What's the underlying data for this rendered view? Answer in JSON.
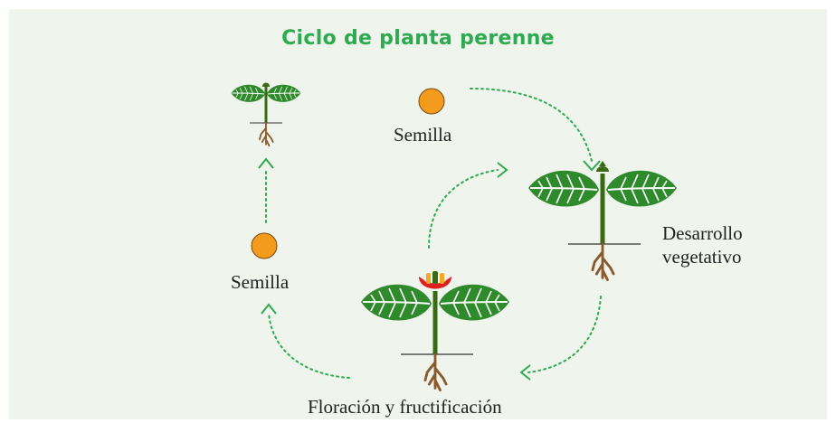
{
  "diagram": {
    "title": "Ciclo de planta perenne",
    "labels": {
      "seed_top": "Semilla",
      "seed_left": "Semilla",
      "vegetative_line1": "Desarrollo",
      "vegetative_line2": "vegetativo",
      "flowering": "Floración y fructificación"
    }
  },
  "colors": {
    "background": "#eff4ed",
    "title": "#2eaa50",
    "arrow": "#2eaa50",
    "leaf": "#2f8a2c",
    "leaf_vein": "#ffffff",
    "stem": "#3a6a14",
    "root": "#8a5a2b",
    "seed": "#f29b1c",
    "seed_outline": "#7a4a10",
    "flower_petal": "#e02020",
    "flower_center": "#f5a623",
    "ground_line": "#333333"
  },
  "icons": [
    "seed-icon",
    "seedling-icon",
    "plant-icon",
    "flowering-plant-icon",
    "cycle-arrow"
  ]
}
